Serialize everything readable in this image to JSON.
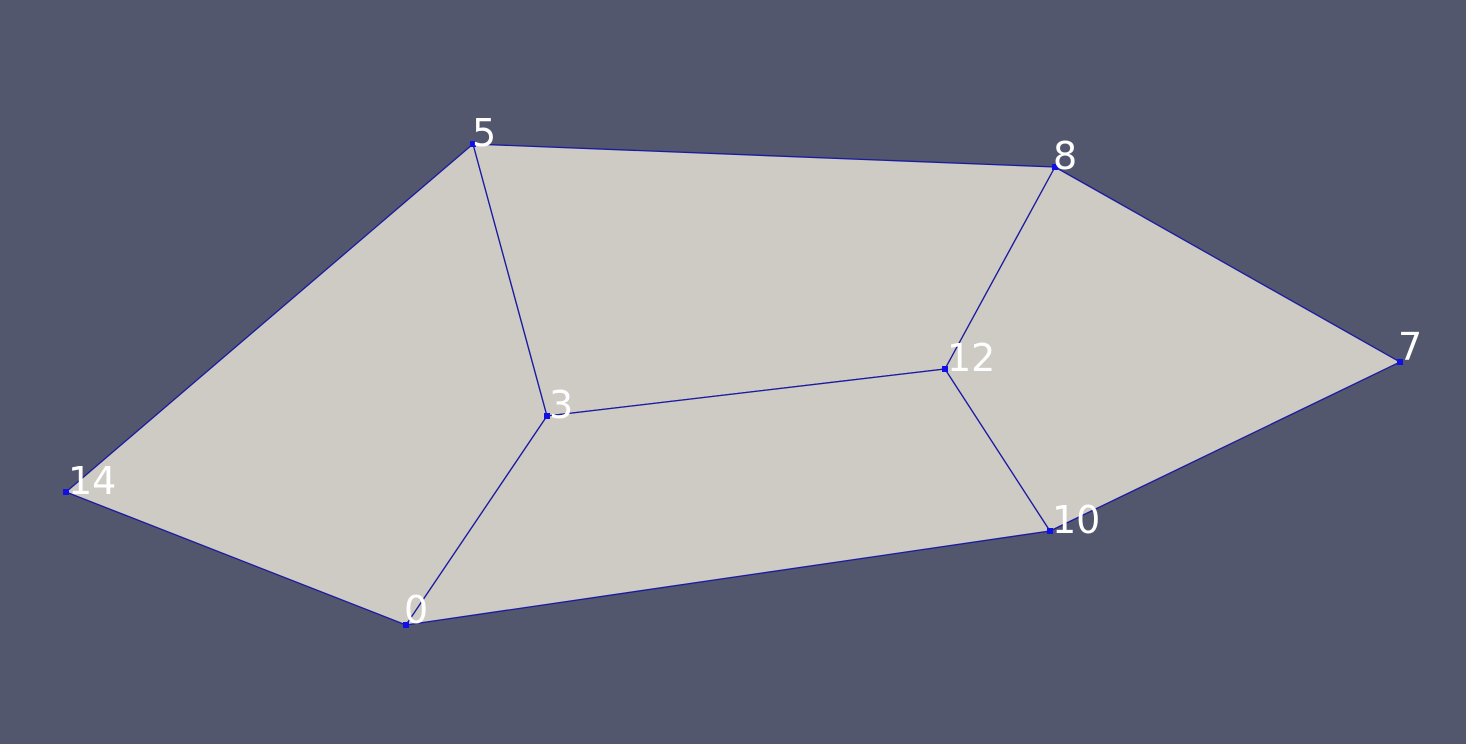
{
  "scene": {
    "background_color": "#52576e",
    "face_color": "#cecbc4",
    "edge_color": "#1a1aa0",
    "vertex_color": "#1010e6",
    "label_color": "#ffffff"
  },
  "vertices": [
    {
      "id": "0",
      "label": "0"
    },
    {
      "id": "3",
      "label": "3"
    },
    {
      "id": "5",
      "label": "5"
    },
    {
      "id": "7",
      "label": "7"
    },
    {
      "id": "8",
      "label": "8"
    },
    {
      "id": "10",
      "label": "10"
    },
    {
      "id": "12",
      "label": "12"
    },
    {
      "id": "14",
      "label": "14"
    }
  ],
  "faces": [
    [
      "14",
      "5",
      "3",
      "0"
    ],
    [
      "5",
      "8",
      "12",
      "3"
    ],
    [
      "3",
      "12",
      "10",
      "0"
    ],
    [
      "8",
      "7",
      "10",
      "12"
    ]
  ]
}
